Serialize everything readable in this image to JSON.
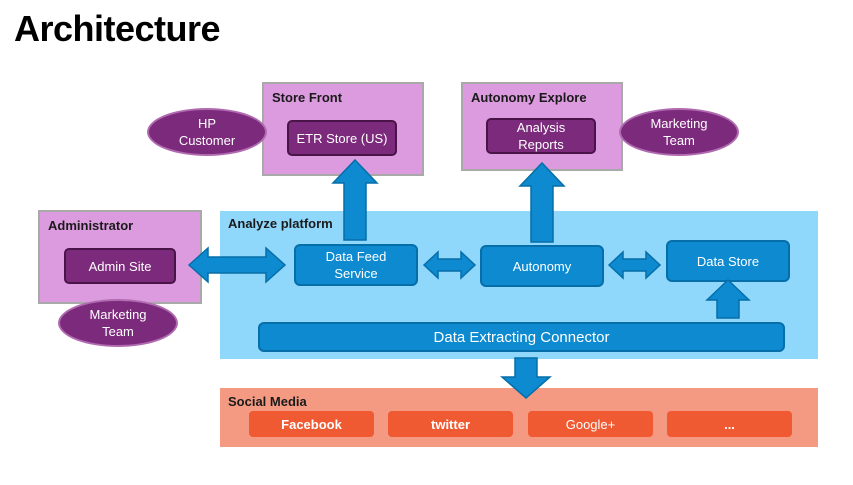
{
  "title": "Architecture",
  "store_front": {
    "label": "Store Front",
    "button": "ETR Store (US)"
  },
  "autonomy_explore": {
    "label": "Autonomy Explore",
    "button": "Analysis\nReports"
  },
  "administrator": {
    "label": "Administrator",
    "button": "Admin Site"
  },
  "hp_customer": "HP\nCustomer",
  "marketing_team_top": "Marketing\nTeam",
  "marketing_team_bottom": "Marketing\nTeam",
  "platform": {
    "label": "Analyze platform",
    "data_feed": "Data Feed\nService",
    "autonomy": "Autonomy",
    "data_store": "Data Store",
    "connector": "Data Extracting Connector"
  },
  "social": {
    "label": "Social Media",
    "items": [
      "Facebook",
      "twitter",
      "Google+",
      "..."
    ]
  },
  "colors": {
    "pink": "#dd9bdf",
    "purple": "#7c2a7b",
    "platform": "#8fd8fb",
    "blue": "#0d8ad0",
    "social": "#f49a83",
    "social_button": "#ef5a33"
  }
}
